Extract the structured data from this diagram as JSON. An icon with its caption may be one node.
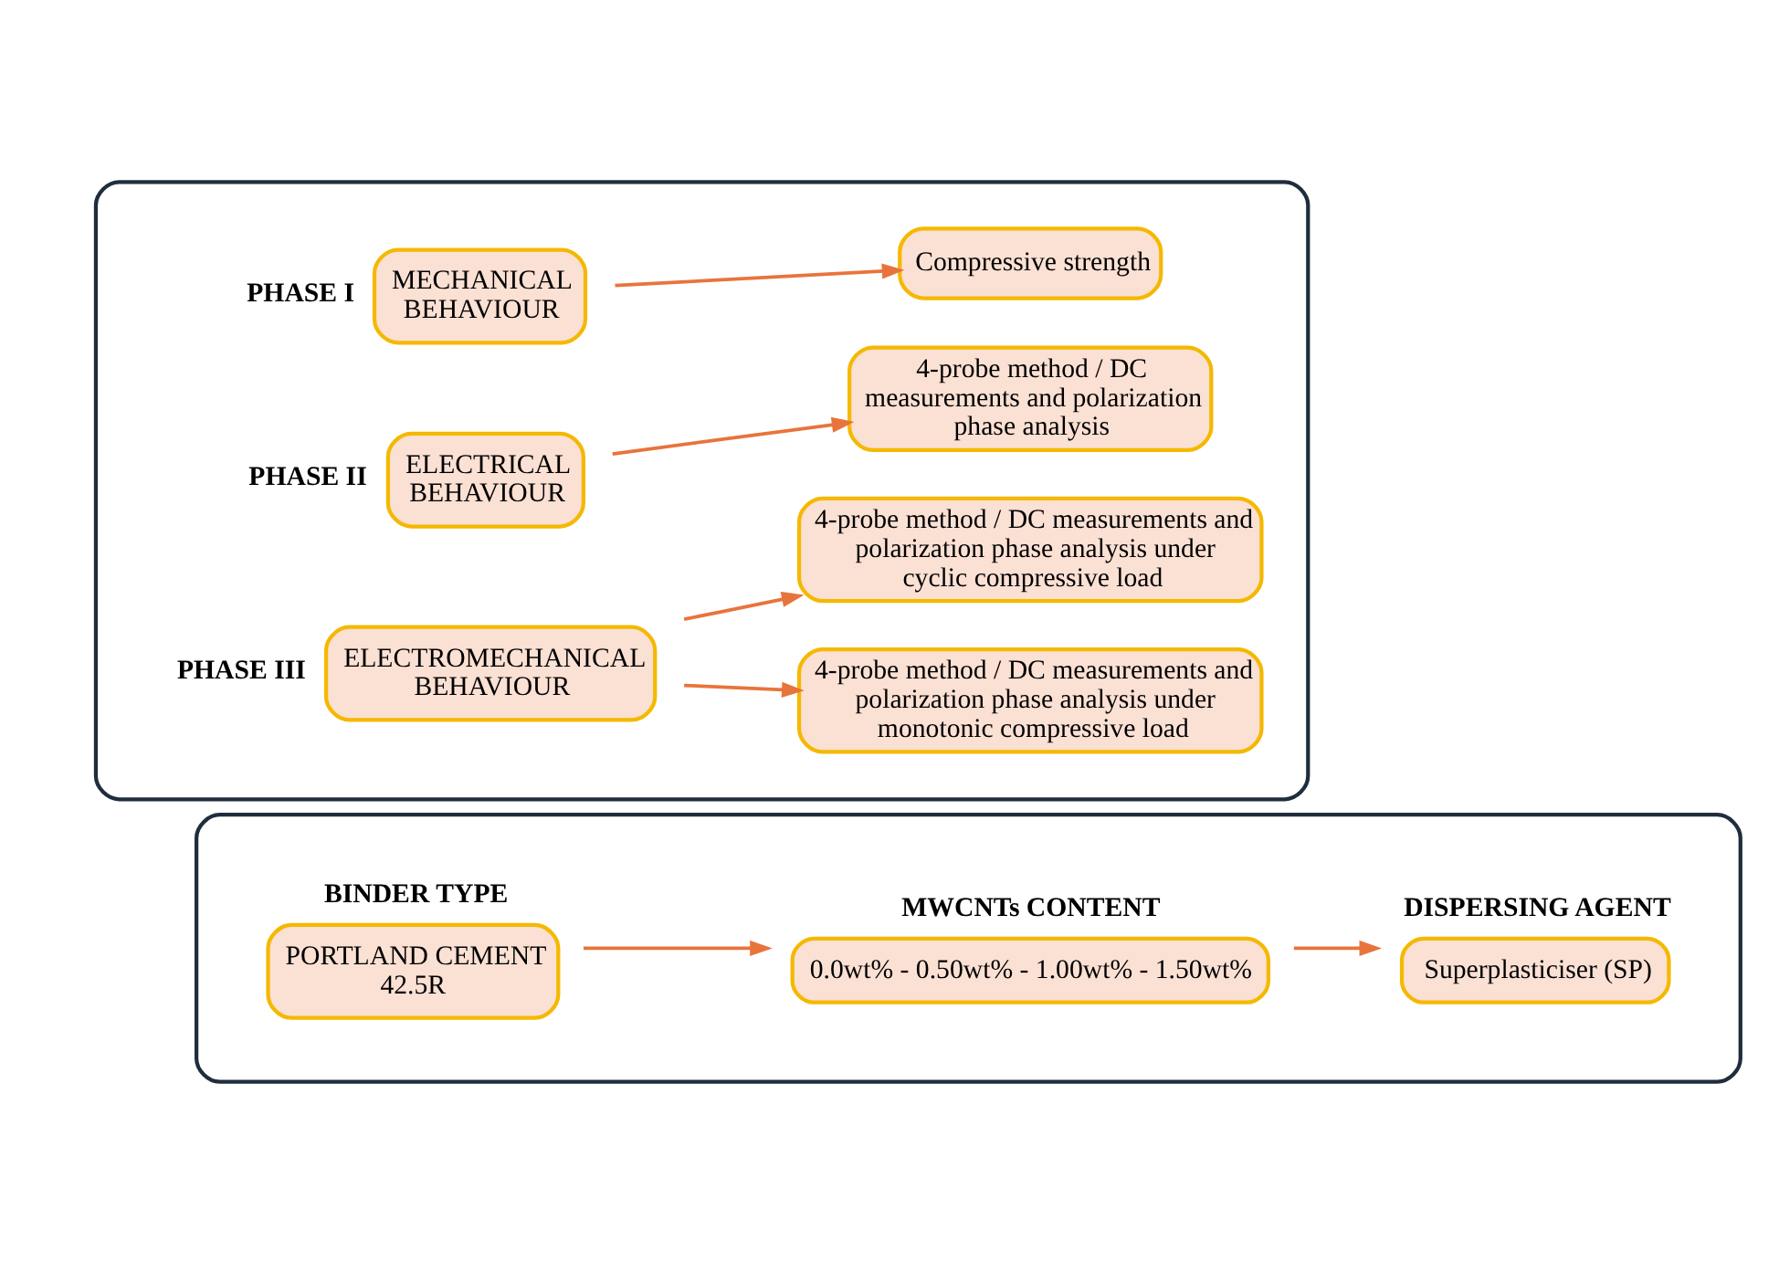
{
  "diagram": {
    "nodes": [
      {
        "text": [],
        "shape": "box"
      },
      {
        "text": [
          "BINDER TYPE",
          "PORTLAND CEMENT 42.5R"
        ],
        "in": 0
      },
      {
        "text": [
          "MWCNTs CONTENT",
          "0.0wt% - 0.50wt% - 1.00wt% - 1.50wt%"
        ],
        "in": 0
      },
      {
        "text": [
          "DISPERSING AGENT",
          "Superplasticiser (SP)"
        ],
        "in": 0
      },
      {
        "text": [],
        "shape": "box"
      },
      {
        "text": [
          "MECHANICAL BEHAVIOUR"
        ],
        "beside": [
          "PHASE I"
        ],
        "in": 4
      },
      {
        "text": [
          "Compressive strength"
        ],
        "in": 4
      },
      {
        "text": [
          "ELECTRICAL BEHAVIOUR"
        ],
        "beside": [
          "PHASE II"
        ],
        "in": 4
      },
      {
        "text": [
          "4-probe method / DC measurements and polarization phase analysis"
        ],
        "in": 4
      },
      {
        "text": [
          "ELECTROMECHANICAL BEHAVIOUR"
        ],
        "beside": [
          "PHASE III"
        ],
        "in": 4
      },
      {
        "text": [
          "4-probe method / DC measurements and polarization phase analysis under monotonic compressive load"
        ],
        "in": 4
      },
      {
        "text": [
          "4-probe method / DC measurements and polarization phase analysis under cyclic compressive load"
        ],
        "in": 4
      }
    ],
    "edges": [
      {
        "from": 1,
        "to": 2,
        "arrow": "to"
      },
      {
        "from": 2,
        "to": 3,
        "arrow": "to"
      },
      {
        "from": 5,
        "to": 6,
        "arrow": "to"
      },
      {
        "from": 7,
        "to": 8,
        "arrow": "to"
      },
      {
        "from": 9,
        "to": 10,
        "arrow": "to"
      },
      {
        "from": 9,
        "to": 11,
        "arrow": "to"
      }
    ]
  }
}
